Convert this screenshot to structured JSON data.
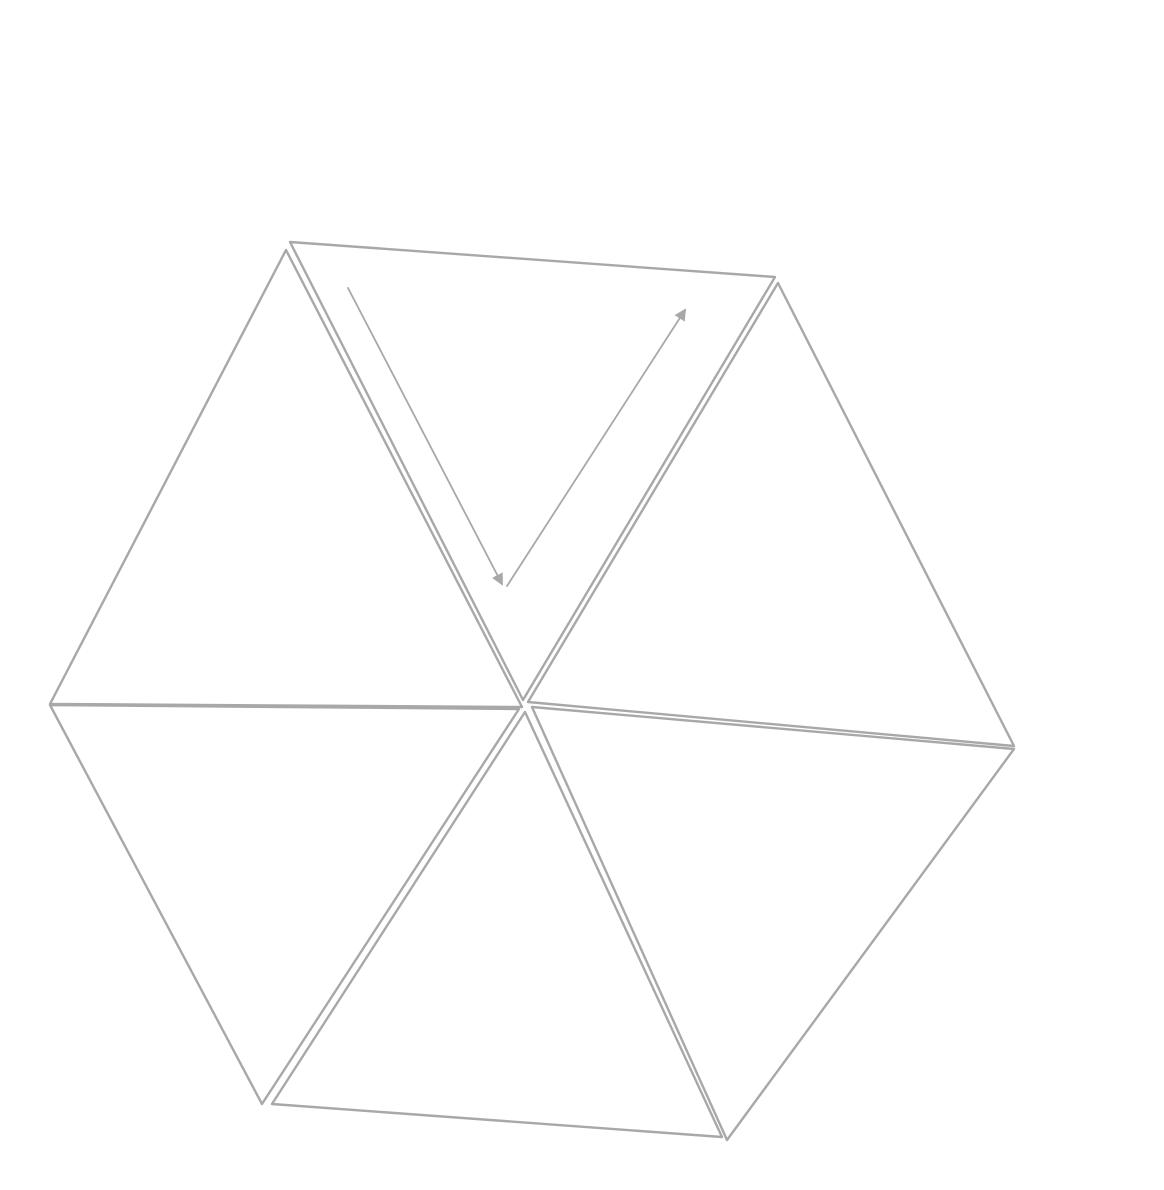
{
  "diagram": {
    "description_free": true,
    "colors": {
      "stroke": "#a8a8a8",
      "background": "#ffffff"
    },
    "triangles": [
      {
        "id": "top-left-triangle"
      },
      {
        "id": "top-triangle"
      },
      {
        "id": "top-right-triangle"
      },
      {
        "id": "bottom-left-triangle"
      },
      {
        "id": "bottom-triangle"
      },
      {
        "id": "bottom-right-triangle"
      }
    ],
    "arrows": [
      {
        "id": "down-arrow",
        "direction": "down"
      },
      {
        "id": "up-arrow",
        "direction": "up"
      }
    ]
  }
}
